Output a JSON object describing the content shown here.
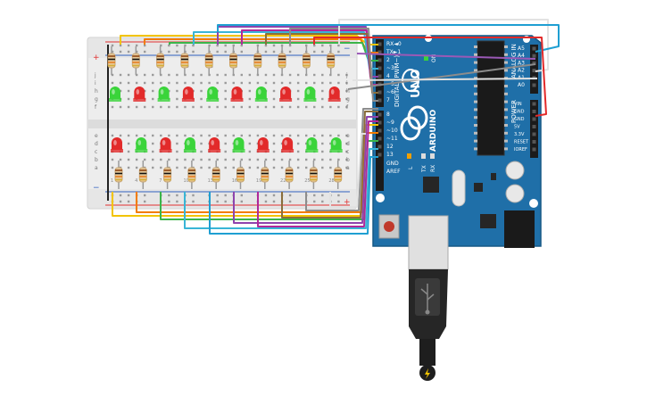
{
  "breadboard": {
    "rail_plus": "+",
    "rail_minus": "−",
    "row_letters_top": [
      "j",
      "i",
      "h",
      "g",
      "f"
    ],
    "row_letters_bottom": [
      "e",
      "d",
      "c",
      "b",
      "a"
    ],
    "column_numbers": [
      "1",
      "4",
      "7",
      "10",
      "13",
      "16",
      "19",
      "22",
      "25",
      "28"
    ],
    "top_leds": [
      "green",
      "red",
      "green",
      "red",
      "green",
      "red",
      "green",
      "red",
      "green",
      "red"
    ],
    "bottom_leds": [
      "red",
      "green",
      "red",
      "green",
      "red",
      "green",
      "red",
      "red",
      "green",
      "green"
    ]
  },
  "arduino": {
    "model": "UNO",
    "brand": "ARDUINO",
    "digital_label": "DIGITAL (PWM~)",
    "analog_label": "ANALOG IN",
    "power_label": "POWER",
    "on_label": "ON",
    "aref_label": "AREF",
    "gnd_label": "GND",
    "digital_pins": [
      "RX◄0",
      "TX►1",
      "2",
      "~3",
      "4",
      "~5",
      "~6",
      "7",
      "8",
      "~9",
      "~10",
      "~11",
      "12",
      "13"
    ],
    "analog_pins": [
      "A5",
      "A4",
      "A3",
      "A2",
      "A1",
      "A0"
    ],
    "power_pins": [
      "VIN",
      "GND",
      "GND",
      "5V",
      "3.3V",
      "RESET",
      "IOREF"
    ],
    "l_label": "L",
    "tx_label": "TX",
    "rx_label": "RX"
  },
  "colors": {
    "board_blue": "#1f6fa8",
    "board_dark": "#16527f",
    "led_green": "#3ad43a",
    "led_red": "#e22a2a",
    "breadboard": "#ececec",
    "wires": [
      "#f2c400",
      "#f27c00",
      "#3bb54a",
      "#39b5d6",
      "#8e44ad",
      "#b0289a",
      "#8a6e3c",
      "#8c8c8c",
      "#e2e2e2",
      "#1f9fd2",
      "#e22a2a",
      "#9b59b6"
    ]
  }
}
